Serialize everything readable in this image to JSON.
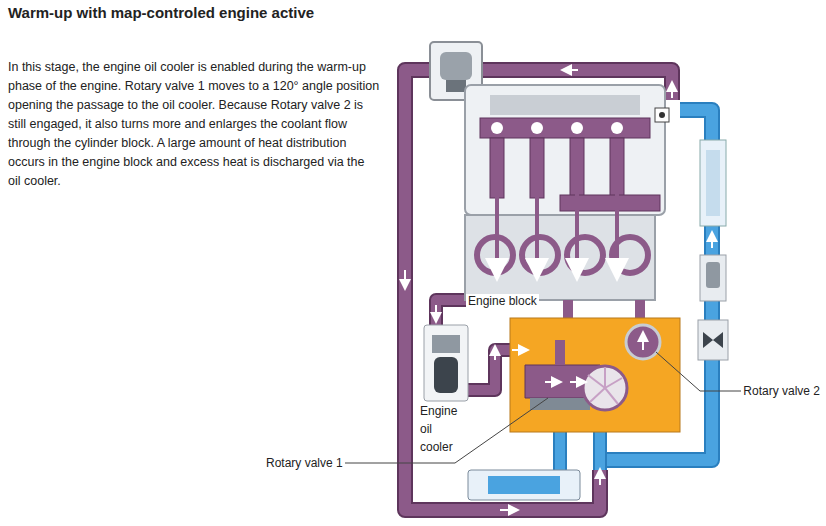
{
  "diagram": {
    "title": "Warm-up with map-controled engine active",
    "labels": [
      "In this stage, the engine oil cooler is enabled during the warm-up phase of the engine.  Rotary valve 1 moves to a 120° angle position opening the passage to the oil cooler. Because Rotary valve 2 is still engaged, it also turns more and enlarges the coolant flow through the cylinder block.  A large amount of heat distribution occurs in the engine block and excess heat is discharged via the oil cooler.",
      "Engine block",
      "Engine oil cooler",
      "Rotary valve 1",
      "Rotary valve 2"
    ]
  }
}
